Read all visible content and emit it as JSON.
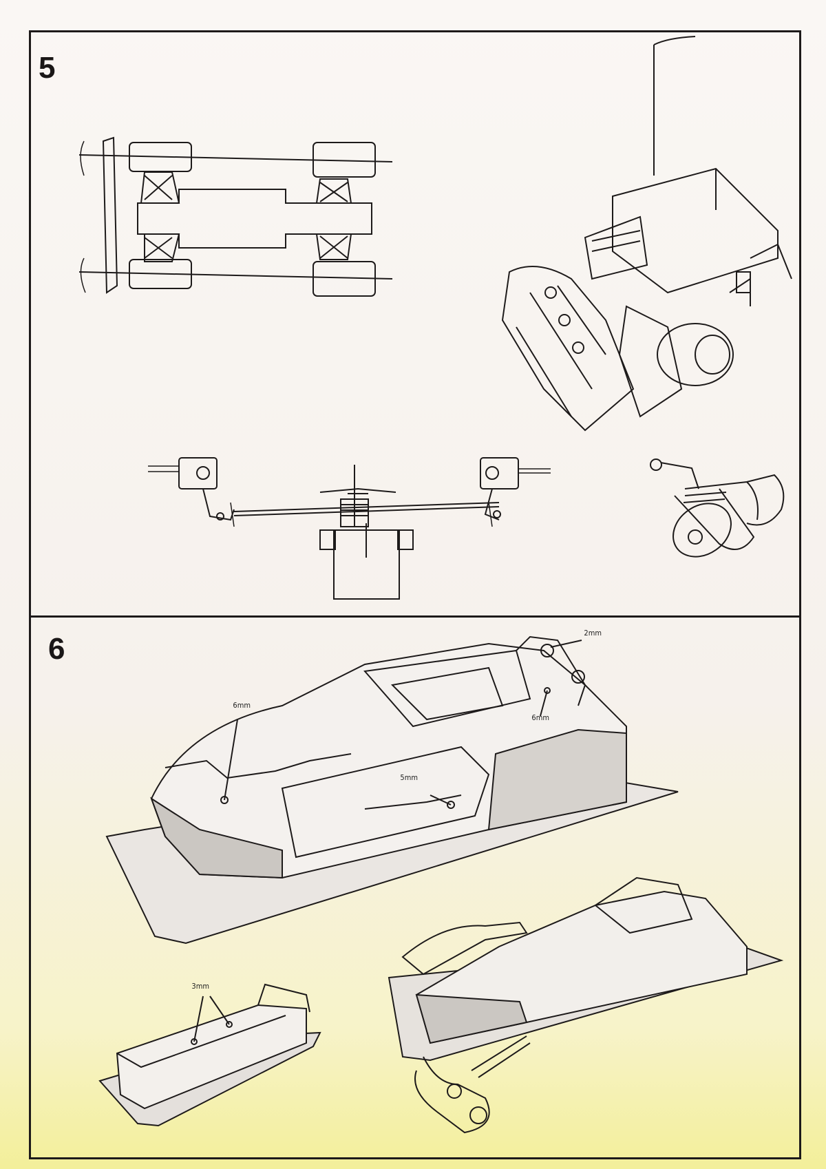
{
  "steps": [
    {
      "number": "5"
    },
    {
      "number": "6"
    }
  ],
  "callouts": {
    "body_hole_left": "6mm",
    "body_hole_top": "2mm",
    "body_hole_right": "6mm",
    "body_hole_mid": "5mm",
    "wing_hole": "3mm"
  },
  "colors": {
    "ink": "#1d1a1a",
    "paper": "#f7f3ef",
    "yellow_stain": "#f3ef9a",
    "tray_shade": "#c9c5c0"
  },
  "icons": [
    "chassis-top-view-icon",
    "chassis-perspective-icon",
    "steering-linkage-icon",
    "servo-icon",
    "motor-icon",
    "body-shell-icon",
    "rear-wing-icon",
    "hand-scissors-icon"
  ]
}
